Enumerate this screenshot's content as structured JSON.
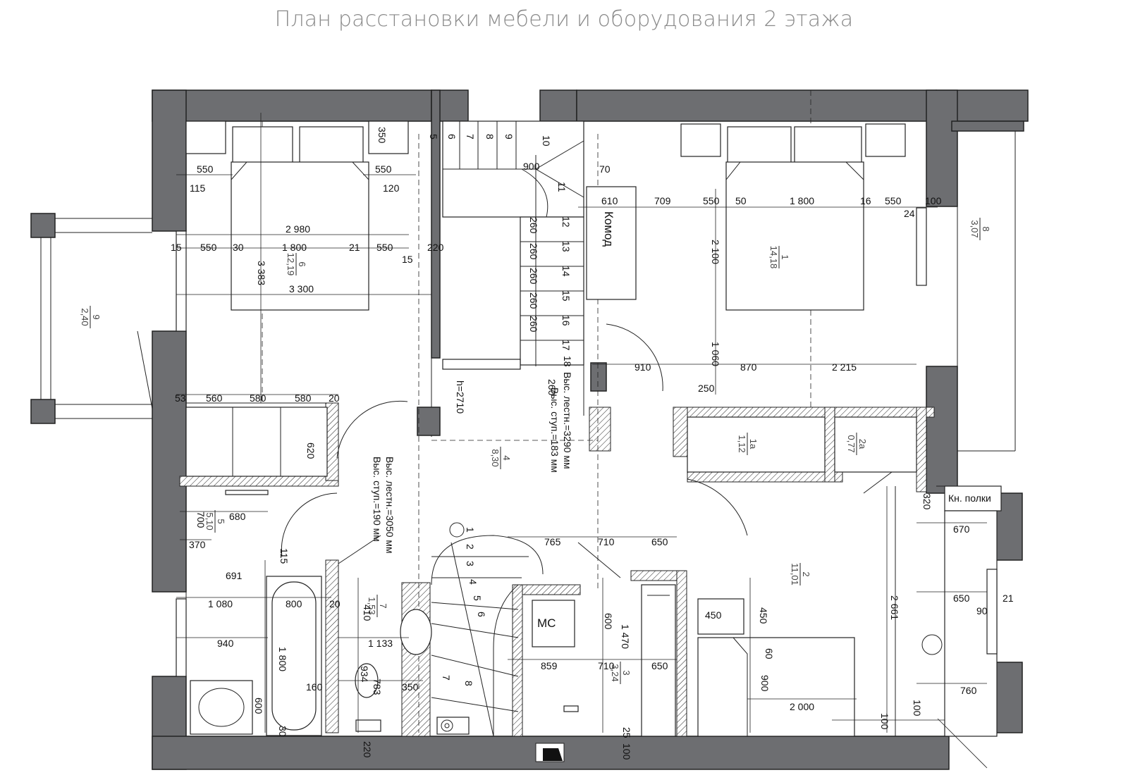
{
  "title": "План расстановки мебели и оборудования 2 этажа",
  "labels": {
    "komod": "Комод",
    "ms": "МС",
    "kn_polki": "Кн. полки",
    "h": "h=2710",
    "stair_upper_1": "Выс. лестн.=3290 мм",
    "stair_upper_2": "Выс. ступ.=183 мм",
    "stair_lower_1": "Выс. лестн.=3050 мм",
    "stair_lower_2": "Выс. ступ.=190 мм"
  },
  "rooms": [
    {
      "num": "1",
      "area": "14,18"
    },
    {
      "num": "2",
      "area": "11,01"
    },
    {
      "num": "3",
      "area": "3,24"
    },
    {
      "num": "4",
      "area": "8,30"
    },
    {
      "num": "5",
      "area": "5,10"
    },
    {
      "num": "6",
      "area": "12,19"
    },
    {
      "num": "7",
      "area": "1,53"
    },
    {
      "num": "8",
      "area": "3,07"
    },
    {
      "num": "9",
      "area": "2,40"
    },
    {
      "num": "1а",
      "area": "1,12"
    },
    {
      "num": "2а",
      "area": "0,77"
    }
  ],
  "stair_steps_upper": [
    "5",
    "6",
    "7",
    "8",
    "9",
    "10",
    "11",
    "12",
    "13",
    "14",
    "15",
    "16",
    "17",
    "18"
  ],
  "stair_steps_lower": [
    "1",
    "2",
    "3",
    "4",
    "5",
    "6",
    "7",
    "8"
  ],
  "dimensions": {
    "d01": "350",
    "d02": "550",
    "d03": "550",
    "d04": "115",
    "d05": "120",
    "d06": "2 980",
    "d07": "15",
    "d08": "550",
    "d09": "30",
    "d10": "1 800",
    "d11": "21",
    "d12": "550",
    "d13": "15",
    "d14": "220",
    "d15": "3 383",
    "d16": "3 300",
    "d17": "900",
    "d18": "70",
    "d19": "610",
    "d20": "709",
    "d21": "550",
    "d22": "50",
    "d23": "1 800",
    "d24": "16",
    "d25": "550",
    "d26": "100",
    "d27": "24",
    "d28": "2 100",
    "d29": "260",
    "d30": "260",
    "d31": "260",
    "d32": "260",
    "d33": "260",
    "d34": "260",
    "d35": "910",
    "d36": "1 060",
    "d37": "870",
    "d38": "2 215",
    "d39": "250",
    "d40": "53",
    "d41": "560",
    "d42": "580",
    "d43": "580",
    "d44": "20",
    "d45": "620",
    "d46": "700",
    "d47": "680",
    "d48": "370",
    "d49": "115",
    "d50": "691",
    "d51": "1 080",
    "d52": "800",
    "d53": "20",
    "d54": "940",
    "d55": "1 800",
    "d56": "600",
    "d57": "30",
    "d58": "160",
    "d59": "410",
    "d60": "1 133",
    "d61": "934",
    "d62": "783",
    "d63": "350",
    "d64": "220",
    "d65": "765",
    "d66": "710",
    "d67": "650",
    "d68": "600",
    "d69": "1 470",
    "d70": "859",
    "d71": "710",
    "d72": "650",
    "d73": "25",
    "d74": "100",
    "d75": "450",
    "d76": "450",
    "d77": "60",
    "d78": "900",
    "d79": "2 000",
    "d80": "2 661",
    "d81": "100",
    "d82": "100",
    "d83": "320",
    "d84": "670",
    "d85": "650",
    "d86": "21",
    "d87": "90",
    "d88": "760"
  }
}
